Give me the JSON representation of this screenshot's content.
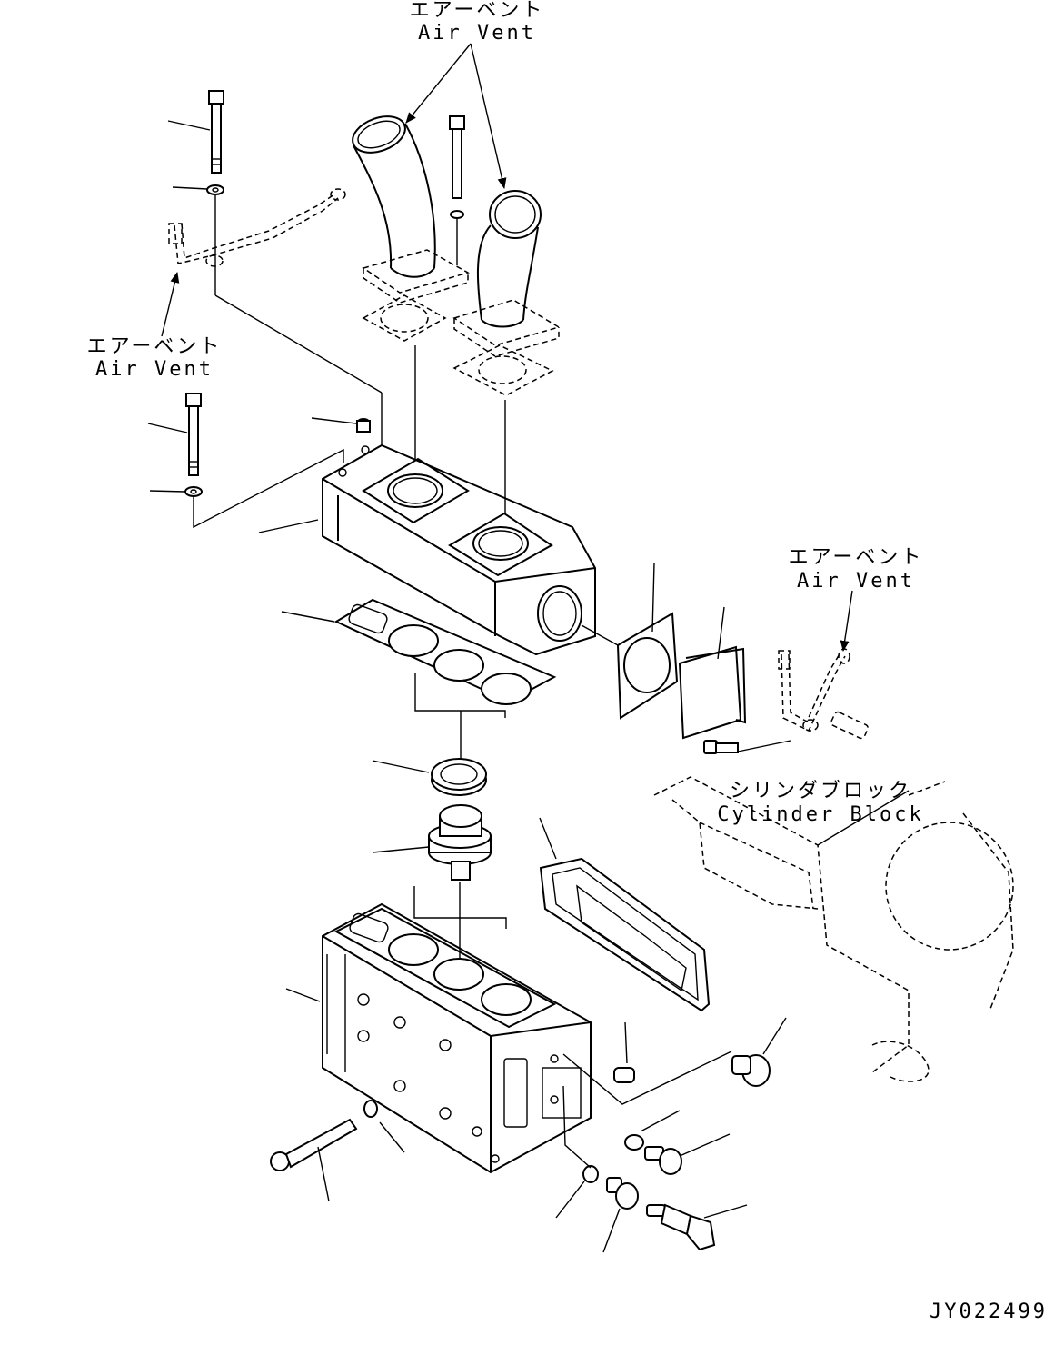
{
  "labels": {
    "air_vent_top_ja": "エアーベント",
    "air_vent_top_en": "Air Vent",
    "air_vent_left_ja": "エアーベント",
    "air_vent_left_en": "Air Vent",
    "air_vent_right_ja": "エアーベント",
    "air_vent_right_en": "Air Vent",
    "cylinder_block_ja": "シリンダブロック",
    "cylinder_block_en": "Cylinder Block"
  },
  "figure_id": "JY022499"
}
